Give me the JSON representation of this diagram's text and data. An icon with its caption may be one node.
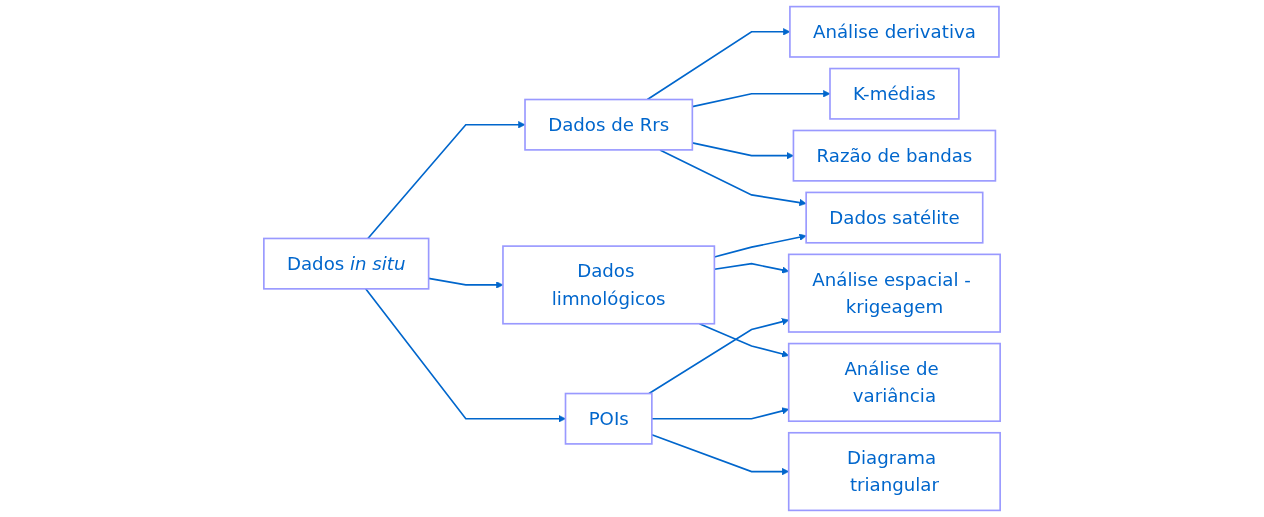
{
  "diagram": {
    "nodes": [
      {
        "text": [
          "Dados *in situ*"
        ]
      },
      {
        "text": [
          "Dados de Rrs"
        ]
      },
      {
        "text": [
          "Dados limnológicos"
        ]
      },
      {
        "text": [
          "POIs"
        ]
      },
      {
        "text": [
          "Análise derivativa"
        ]
      },
      {
        "text": [
          "K-médias"
        ]
      },
      {
        "text": [
          "Razão de bandas"
        ]
      },
      {
        "text": [
          "Dados satélite"
        ]
      },
      {
        "text": [
          "Análise espacial - krigeagem"
        ]
      },
      {
        "text": [
          "Análise de variância"
        ]
      },
      {
        "text": [
          "Diagrama triangular"
        ]
      }
    ],
    "edges": [
      {
        "from": 0,
        "to": 1,
        "arrow": "to"
      },
      {
        "from": 0,
        "to": 2,
        "arrow": "to"
      },
      {
        "from": 0,
        "to": 3,
        "arrow": "to"
      },
      {
        "from": 1,
        "to": 4,
        "arrow": "to"
      },
      {
        "from": 1,
        "to": 5,
        "arrow": "to"
      },
      {
        "from": 1,
        "to": 6,
        "arrow": "to"
      },
      {
        "from": 1,
        "to": 7,
        "arrow": "to"
      },
      {
        "from": 2,
        "to": 7,
        "arrow": "to"
      },
      {
        "from": 2,
        "to": 8,
        "arrow": "to"
      },
      {
        "from": 2,
        "to": 9,
        "arrow": "to"
      },
      {
        "from": 3,
        "to": 8,
        "arrow": "to"
      },
      {
        "from": 3,
        "to": 9,
        "arrow": "to"
      },
      {
        "from": 3,
        "to": 10,
        "arrow": "to"
      }
    ]
  }
}
